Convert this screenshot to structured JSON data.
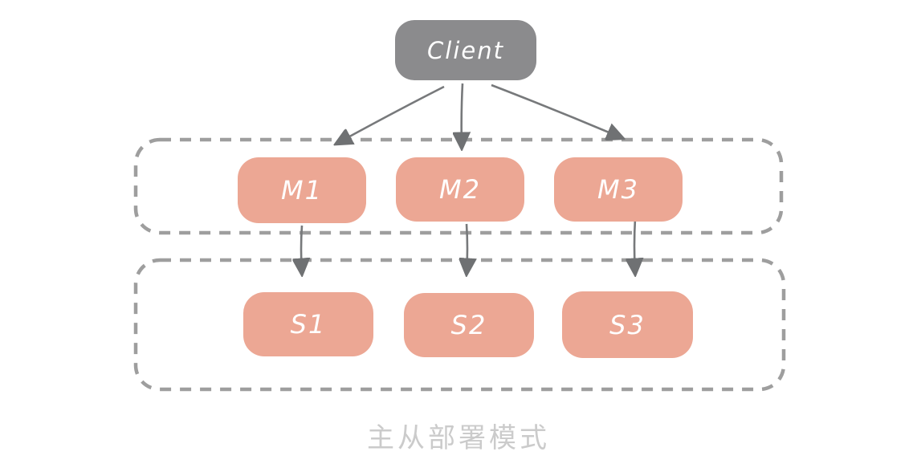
{
  "caption": "主从部署模式",
  "nodes": {
    "client": {
      "label": "Client"
    },
    "masters": [
      {
        "label": "M1"
      },
      {
        "label": "M2"
      },
      {
        "label": "M3"
      }
    ],
    "slaves": [
      {
        "label": "S1"
      },
      {
        "label": "S2"
      },
      {
        "label": "S3"
      }
    ]
  },
  "edges": [
    {
      "from": "Client",
      "to": "M1"
    },
    {
      "from": "Client",
      "to": "M2"
    },
    {
      "from": "Client",
      "to": "M3"
    },
    {
      "from": "M1",
      "to": "S1"
    },
    {
      "from": "M2",
      "to": "S2"
    },
    {
      "from": "M3",
      "to": "S3"
    }
  ],
  "colors": {
    "client_fill": "#8b8b8d",
    "node_fill": "#eca794",
    "node_text": "#ffffff",
    "group_dash": "#9e9e9e",
    "arrow": "#6f7173",
    "caption_text": "#cbcbcb",
    "background": "#ffffff"
  }
}
